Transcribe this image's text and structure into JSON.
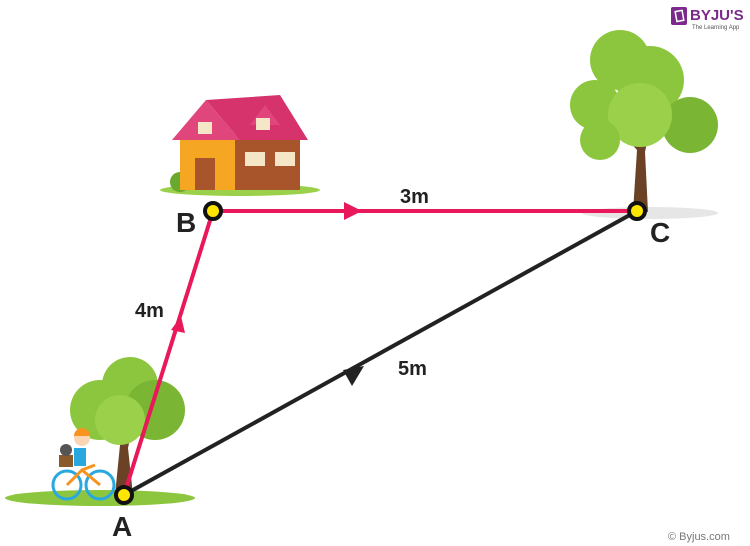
{
  "logo": {
    "brand": "BYJU'S",
    "tagline": "The Learning App"
  },
  "points": {
    "a": "A",
    "b": "B",
    "c": "C"
  },
  "distances": {
    "ab": "4m",
    "bc": "3m",
    "ac": "5m"
  },
  "copyright": "© Byjus.com",
  "colors": {
    "path": "#e8185a",
    "displacement": "#222222",
    "point_fill": "#ffe600",
    "tree": "#8cc63f",
    "trunk": "#6b4226",
    "roof": "#e0457b",
    "house": "#f5a623",
    "brand": "#7b2a8c"
  }
}
